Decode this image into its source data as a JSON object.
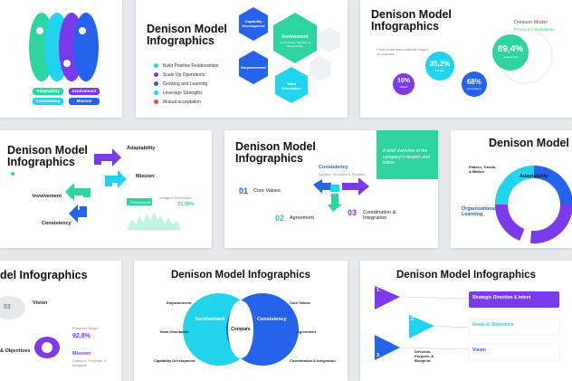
{
  "cards": {
    "c1": {
      "pills": [
        "Adaptability",
        "Involvement",
        "Consistency",
        "Mission"
      ]
    },
    "c2": {
      "title": [
        "Denison Model",
        "Infographics"
      ],
      "list": [
        "Build Positive Relationships",
        "Scale Up Operations",
        "Growing and Learning",
        "Leverage Strengths",
        "Mutual acceptation"
      ],
      "hex": {
        "capability": "Capability Development",
        "involvement": "Involvement",
        "involvement_sub": "Commitment, Structure & Responsibility",
        "empowerment": "Empowerment",
        "team": "Team Orientation"
      }
    },
    "c3": {
      "title": [
        "Denison Model",
        "Infographics"
      ],
      "sub": "Pretium aenean pharetra magna ac placerat",
      "top_label": "Denison Model",
      "top_sub": "Beliefs & Assumptions",
      "circles": [
        {
          "value": "10%",
          "label": "Values"
        },
        {
          "value": "35,2%",
          "label": "Mission"
        },
        {
          "value": "68%",
          "label": "Consistency"
        },
        {
          "value": "89,4%",
          "label": "Involvement"
        }
      ]
    },
    "c4": {
      "title": [
        "Denison Model",
        "Infographics"
      ],
      "labels": {
        "adaptability": "Adaptability",
        "mission": "Mission",
        "involvement": "Involvement",
        "consistency": "Consistency",
        "performance": "Performance",
        "changes": "Changes in Performance",
        "value": "72.18%"
      }
    },
    "c5": {
      "title": [
        "Denison Model",
        "Infographics"
      ],
      "callout": "A brief overview of the company's mission and vision.",
      "consistency": "Consistency",
      "consistency_sub": "System, Structure & Process",
      "items": [
        {
          "num": "01",
          "text": "Core Values"
        },
        {
          "num": "02",
          "text": "Agreement"
        },
        {
          "num": "03",
          "text": "Coordination & Integration"
        }
      ]
    },
    "c6": {
      "title": "Denison Model In",
      "labels": {
        "pattern": "Pattern, Trends, & Market",
        "adaptability": "Adaptability",
        "org": "Organizational Learning"
      }
    },
    "c7": {
      "title": "del Infographics",
      "step": "03",
      "vision": "Vision",
      "objectives": "& Objectives",
      "progress_label": "Progress Target",
      "progress_value": "92,8%",
      "mission": "Mission",
      "mission_sub": "Direction, Purpose, & Blueprint"
    },
    "c8": {
      "title": "Denison Model Infographics",
      "left": "Involvement",
      "right": "Consistency",
      "center": "Compare",
      "left_items": [
        "Empowerment",
        "Team Orientation",
        "Capability Development"
      ],
      "right_items": [
        "Core Values",
        "Agreement",
        "Coordination & Integration"
      ]
    },
    "c9": {
      "title": "Denison Model Infographics",
      "steps": [
        "1.",
        "2.",
        "3."
      ],
      "boxes": [
        "Strategic Direction & Intent",
        "Goals & Objectives",
        "Vision"
      ],
      "middle": "Direction, Purpose, & Blueprint"
    }
  },
  "colors": {
    "teal": "#2dd4a0",
    "blue": "#2563eb",
    "purple": "#7c3aed",
    "cyan": "#22d3ee",
    "green": "#22c55e"
  }
}
